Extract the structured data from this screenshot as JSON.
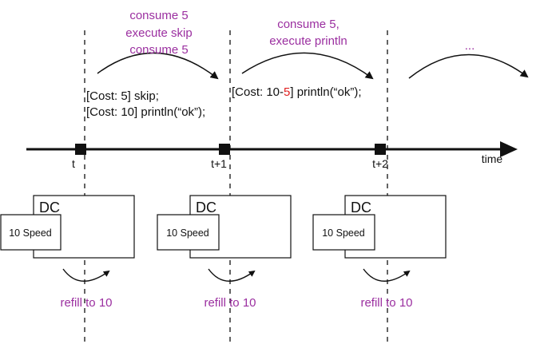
{
  "top_labels": {
    "step1_line1": "consume 5",
    "step1_line2": "execute skip",
    "step1_line3": "consume 5",
    "step2_line1": "consume 5,",
    "step2_line2": "execute println",
    "step3_ellipsis": "..."
  },
  "code": {
    "line1_prefix": "[Cost: 5] skip;",
    "line2": "[Cost: 10] println(“ok”);",
    "line3_a": "[Cost: 10-",
    "line3_red": "5",
    "line3_b": "] println(“ok”);"
  },
  "timeline": {
    "ticks": [
      "t",
      "t+1",
      "t+2"
    ],
    "axis_label": "time"
  },
  "boxes": [
    {
      "title": "DC",
      "inner": "10 Speed",
      "refill": "refill to 10"
    },
    {
      "title": "DC",
      "inner": "10 Speed",
      "refill": "refill to 10"
    },
    {
      "title": "DC",
      "inner": "10 Speed",
      "refill": "refill to 10"
    }
  ],
  "colors": {
    "label_purple": "#9b2fa0",
    "highlight_red": "#e02020",
    "ink": "#111111"
  }
}
